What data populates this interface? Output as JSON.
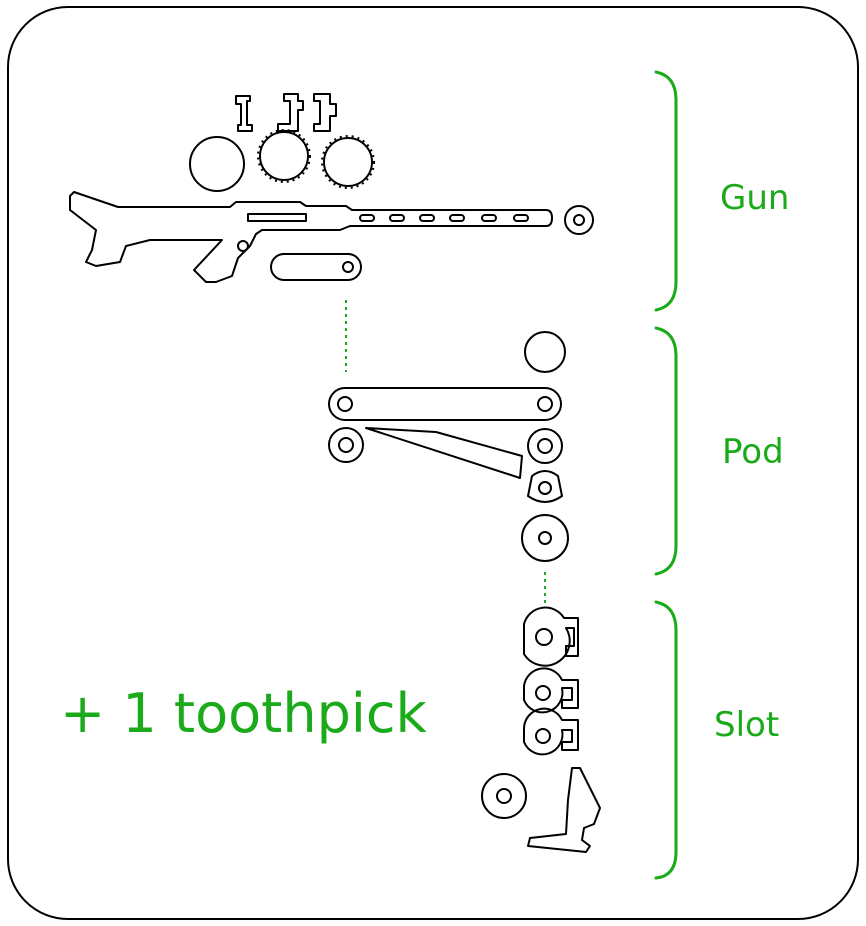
{
  "colors": {
    "accent": "#1aaa1a",
    "outline": "#000000",
    "background": "#ffffff"
  },
  "groups": [
    {
      "id": "gun",
      "label": "Gun"
    },
    {
      "id": "pod",
      "label": "Pod"
    },
    {
      "id": "slot",
      "label": "Slot"
    }
  ],
  "note": "+ 1 toothpick"
}
